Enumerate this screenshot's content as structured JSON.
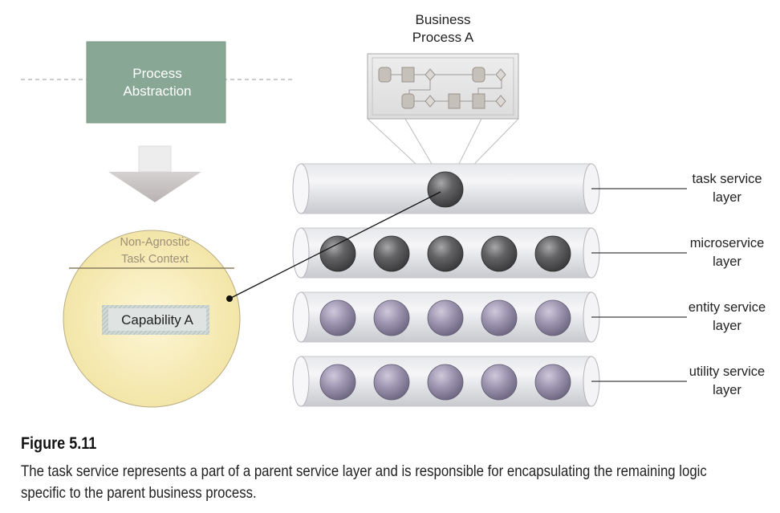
{
  "business_process": {
    "line1": "Business",
    "line2": "Process A"
  },
  "process_abstraction": {
    "line1": "Process",
    "line2": "Abstraction"
  },
  "context": {
    "line1": "Non-Agnostic",
    "line2": "Task Context",
    "capability": "Capability A"
  },
  "layers": [
    {
      "line1": "task service",
      "line2": "layer",
      "service_count": 1,
      "ball_style": "dark"
    },
    {
      "line1": "microservice",
      "line2": "layer",
      "service_count": 5,
      "ball_style": "dark"
    },
    {
      "line1": "entity service",
      "line2": "layer",
      "service_count": 5,
      "ball_style": "purple"
    },
    {
      "line1": "utility service",
      "line2": "layer",
      "service_count": 5,
      "ball_style": "purple"
    }
  ],
  "caption": {
    "title": "Figure 5.11",
    "text": "The task service represents a part of a parent service layer and is responsible for encapsulating the remaining logic specific to the parent business process."
  }
}
